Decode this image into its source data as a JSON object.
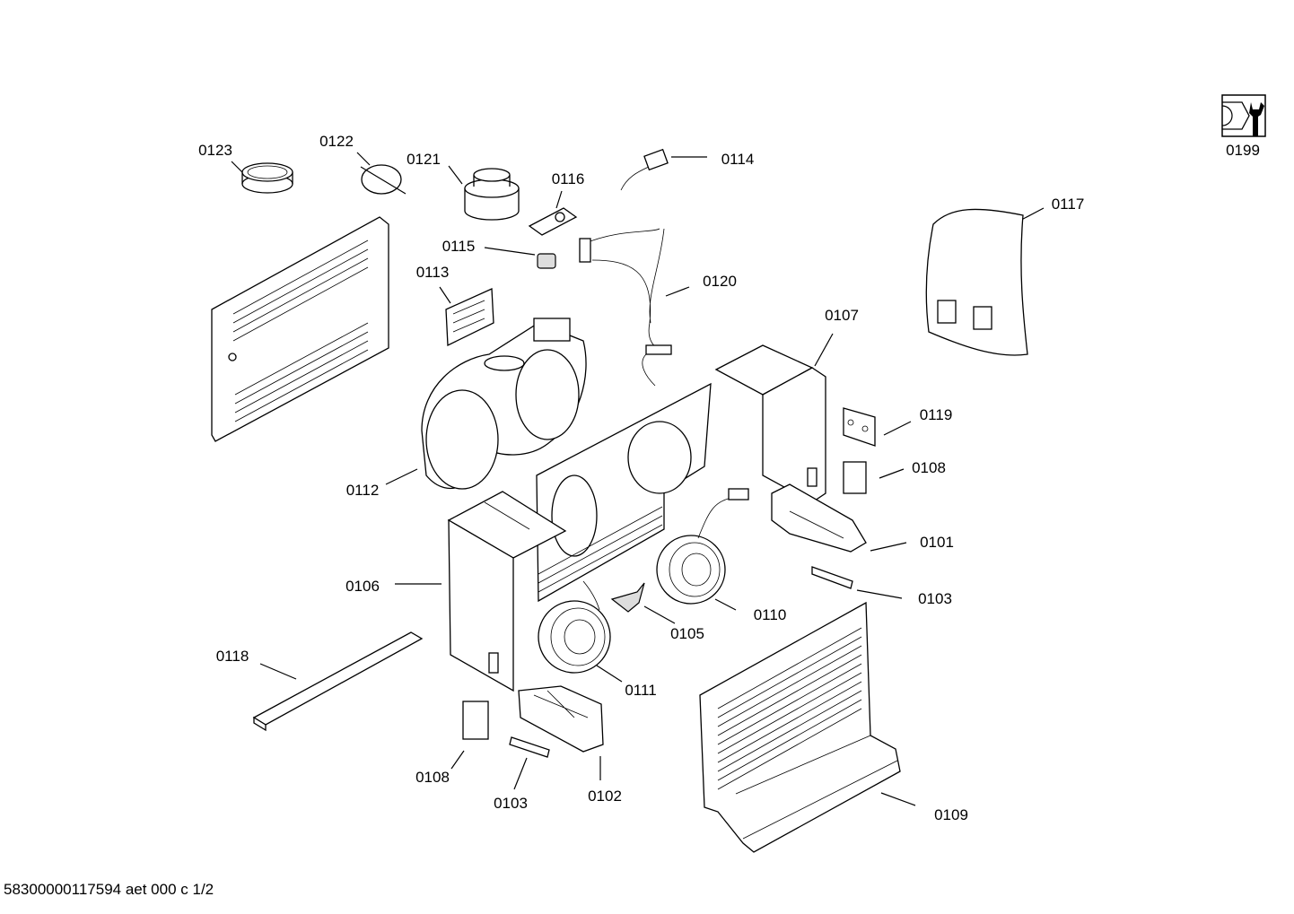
{
  "diagram": {
    "labels": {
      "p0123": "0123",
      "p0122": "0122",
      "p0121": "0121",
      "p0116": "0116",
      "p0114": "0114",
      "p0115": "0115",
      "p0120": "0120",
      "p0113": "0113",
      "p0117": "0117",
      "p0107": "0107",
      "p0119": "0119",
      "p0108a": "0108",
      "p0101": "0101",
      "p0103a": "0103",
      "p0110": "0110",
      "p0105": "0105",
      "p0112": "0112",
      "p0106": "0106",
      "p0111": "0111",
      "p0118": "0118",
      "p0108b": "0108",
      "p0103b": "0103",
      "p0102": "0102",
      "p0109": "0109",
      "p0199": "0199"
    }
  },
  "footer": "58300000117594 aet 000 c 1/2"
}
